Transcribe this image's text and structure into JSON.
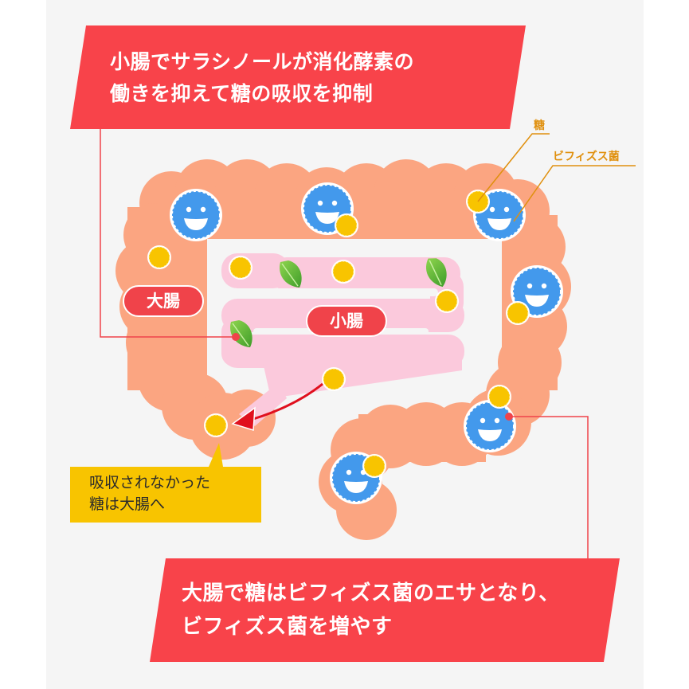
{
  "banners": {
    "top": {
      "lines": [
        "小腸でサラシノールが消化酵素の",
        "働きを抑えて糖の吸収を抑制"
      ],
      "color": "#f8434a"
    },
    "bottom": {
      "lines": [
        "大腸で糖はビフィズス菌のエサとなり、",
        "ビフィズス菌を増やす"
      ],
      "color": "#f8434a"
    }
  },
  "organs": {
    "large_intestine": {
      "label": "大腸",
      "color": "#fba581"
    },
    "small_intestine": {
      "label": "小腸",
      "color": "#fbc9dc"
    }
  },
  "legend": {
    "sugar": {
      "label": "糖",
      "color": "#f8c400"
    },
    "bifidobacteria": {
      "label": "ビフィズス菌",
      "color": "#4399ec"
    },
    "line_color": "#e0900e"
  },
  "callout": {
    "lines": [
      "吸収されなかった",
      "糖は大腸へ"
    ],
    "color": "#f8c400"
  },
  "icons": [
    "bifidobacteria-smiley-icon",
    "sugar-dot-icon",
    "green-leaf-icon",
    "red-arrow-icon"
  ],
  "colors": {
    "background": "#f5f5f5",
    "accent_red": "#f0434a",
    "arrow_red": "#e0101e"
  }
}
